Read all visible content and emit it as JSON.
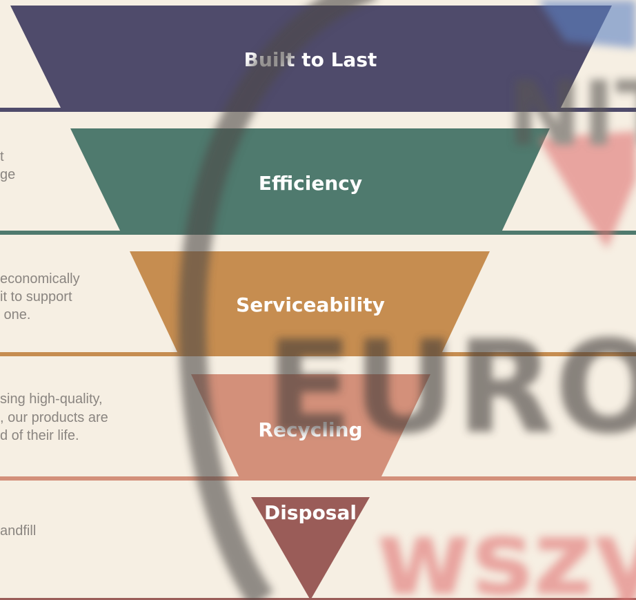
{
  "colors": {
    "background": "#f6efe3",
    "layer_built": "#4f4b6b",
    "layer_efficiency": "#4f7a6e",
    "layer_serviceability": "#c68d50",
    "layer_recycling": "#d3907a",
    "layer_disposal": "#9a5c58",
    "watermark_dark": "#5a5653",
    "watermark_red": "#e07272",
    "watermark_blue": "#5b80c2"
  },
  "layers": [
    {
      "id": "built",
      "label": "Built to Last",
      "color": "#4f4b6b"
    },
    {
      "id": "efficiency",
      "label": "Efficiency",
      "color": "#4f7a6e"
    },
    {
      "id": "serviceability",
      "label": "Serviceability",
      "color": "#c68d50"
    },
    {
      "id": "recycling",
      "label": "Recycling",
      "color": "#d3907a"
    },
    {
      "id": "disposal",
      "label": "Disposal",
      "color": "#9a5c58"
    }
  ],
  "side_text": {
    "efficiency": [
      "t",
      "ge"
    ],
    "serviceability": [
      "economically",
      "it to support",
      " one."
    ],
    "recycling": [
      "sing high-quality,",
      ", our products are",
      "d of their life."
    ],
    "disposal": [
      "andfill"
    ]
  },
  "watermark": {
    "word_main": "EURO",
    "word_red": "wszy",
    "logo_text": "NIT"
  }
}
